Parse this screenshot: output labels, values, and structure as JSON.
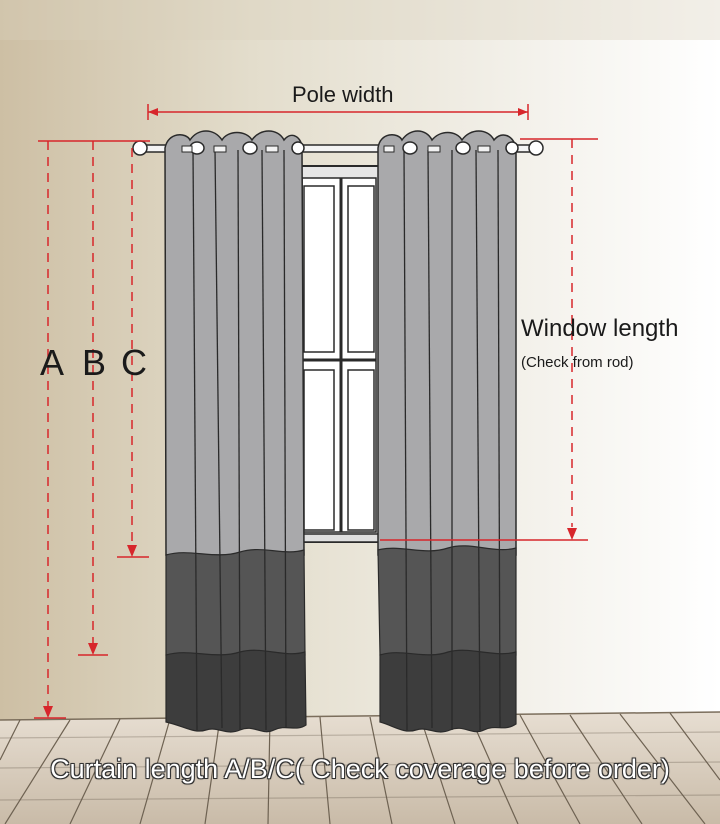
{
  "labels": {
    "pole_width": "Pole width",
    "letter_a": "A",
    "letter_b": "B",
    "letter_c": "C",
    "window_length": "Window length",
    "window_length_note": "(Check from rod)",
    "caption": "Curtain length A/B/C( Check coverage before order)"
  },
  "colors": {
    "measure_red": "#d7262b",
    "curtain_light": "#a9a9ab",
    "curtain_mid": "#555555",
    "curtain_dark": "#3d3d3d",
    "wall": "#e6e1d3",
    "floor": "#dacfc1"
  }
}
